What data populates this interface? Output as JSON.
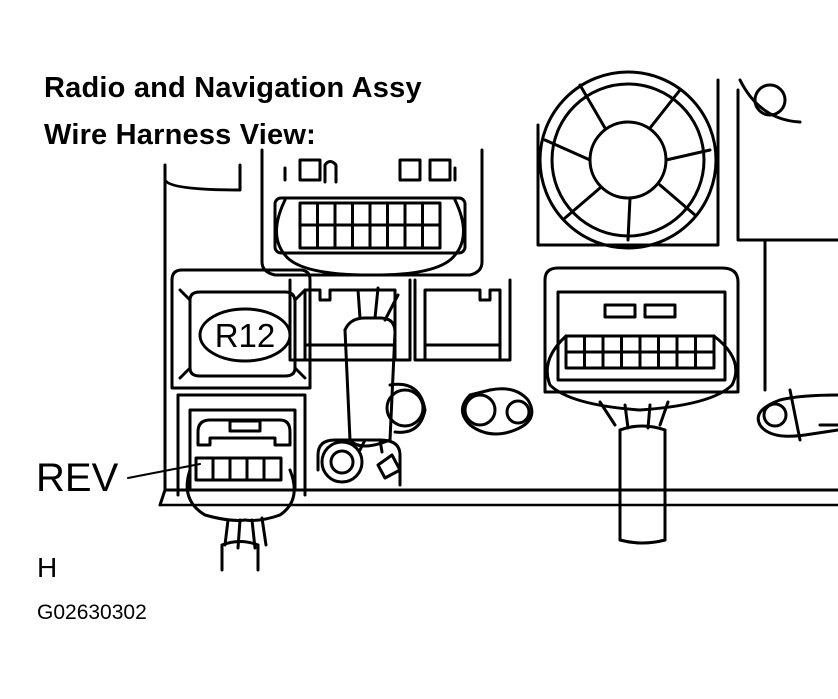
{
  "title": {
    "line1": "Radio and Navigation Assy",
    "line2": "Wire Harness View:"
  },
  "connector_label": "R12",
  "callout_label": "REV",
  "view_letter": "H",
  "figure_code": "G02630302"
}
